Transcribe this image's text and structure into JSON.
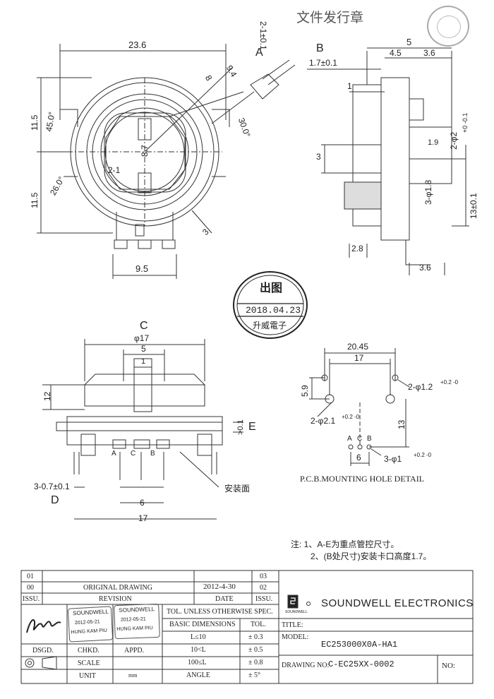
{
  "doc": {
    "issue_stamp": "文件发行章"
  },
  "views": {
    "A": {
      "label": "A",
      "dim_width": "23.6",
      "dim_top": "11.5",
      "dim_bottom": "11.5",
      "dim_angle45": "45.0°",
      "dim_angle26": "26.0°",
      "dim_angle30": "30.0°",
      "dim_94": "9.4",
      "dim_8": "8",
      "dim_87": "8.7",
      "dim_shaft_tol": "2-1±0.1",
      "dim_slot": "2-1",
      "dim_bottom_w": "9.5",
      "dim_tab": "3"
    },
    "B": {
      "label": "B",
      "dim_5": "5",
      "dim_45": "4.5",
      "dim_36_top": "3.6",
      "dim_17": "1.7±0.1",
      "dim_1": "1",
      "dim_2phi": "2-φ2",
      "dim_2phi_tol": "+0 -0.1",
      "dim_19": "1.9",
      "dim_3": "3",
      "dim_3phi18": "3-φ1.8",
      "dim_13": "13±0.1",
      "dim_28": "2.8",
      "dim_36_bot": "3.6"
    },
    "C": {
      "label": "C",
      "dim_phi17": "φ17",
      "dim_5": "5",
      "dim_1": "1",
      "dim_12": "12",
      "dim_01": ">0.1",
      "label_E": "E",
      "pins": [
        "A",
        "C",
        "B"
      ],
      "dim_3x07": "3-0.7±0.1",
      "label_D": "D",
      "dim_6": "6",
      "dim_17": "17",
      "install_face": "安装面"
    }
  },
  "pcb": {
    "dim_2045": "20.45",
    "dim_17": "17",
    "dim_59": "5.9",
    "hole_big": "2-φ1.2",
    "hole_big_tol": "+0.2 -0",
    "hole_mid": "2-φ2.1",
    "hole_mid_tol": "+0.2 -0",
    "dim_13": "13",
    "pins": [
      "A",
      "C",
      "B"
    ],
    "hole_small": "3-φ1",
    "hole_small_tol": "+0.2 -0",
    "dim_6": "6",
    "caption": "P.C.B.MOUNTING HOLE DETAIL"
  },
  "release_stamp": {
    "title": "出图",
    "date": "2018.04.23",
    "company": "升威電子"
  },
  "notes": {
    "line1": "注: 1、A-E为重点管控尺寸。",
    "line2": "2、(B处尺寸)安装卡口高度1.7。"
  },
  "title_block": {
    "rev_rows": [
      {
        "no": "01",
        "desc": "",
        "date": "",
        "no2": "03"
      },
      {
        "no": "00",
        "desc": "ORIGINAL DRAWING",
        "date": "2012-4-30",
        "no2": "02"
      }
    ],
    "hdr": {
      "issu": "ISSU.",
      "revision": "REVISION",
      "date": "DATE",
      "issu2": "ISSU."
    },
    "company": "SOUNDWELL ELECTRONICS",
    "logo_text": "SOUNDWELL",
    "tol_title": "TOL. UNLESS OTHERWISE SPEC.",
    "basic_dim": "BASIC DIMENSIONS",
    "tol": "TOL.",
    "tol_rows": [
      {
        "range": "L≤10",
        "tol": "± 0.3"
      },
      {
        "range": "10<L",
        "tol": "± 0.5"
      },
      {
        "range": "100≤L",
        "tol": "± 0.8"
      },
      {
        "range": "ANGLE",
        "tol": "± 5°"
      }
    ],
    "title_label": "TITLE:",
    "model_label": "MODEL:",
    "model": "EC253000X0A-HA1",
    "drawing_label": "DRAWING NO:",
    "drawing_no": "C-EC25XX-0002",
    "no_label": "NO:",
    "dsgd": "DSGD.",
    "chkd": "CHKD.",
    "appd": "APPD.",
    "scale": "SCALE",
    "unit": "UNIT",
    "unit_val": "mm",
    "stamp_date": "2012-05-21",
    "stamp_name": "HUNG KAM PIU"
  }
}
